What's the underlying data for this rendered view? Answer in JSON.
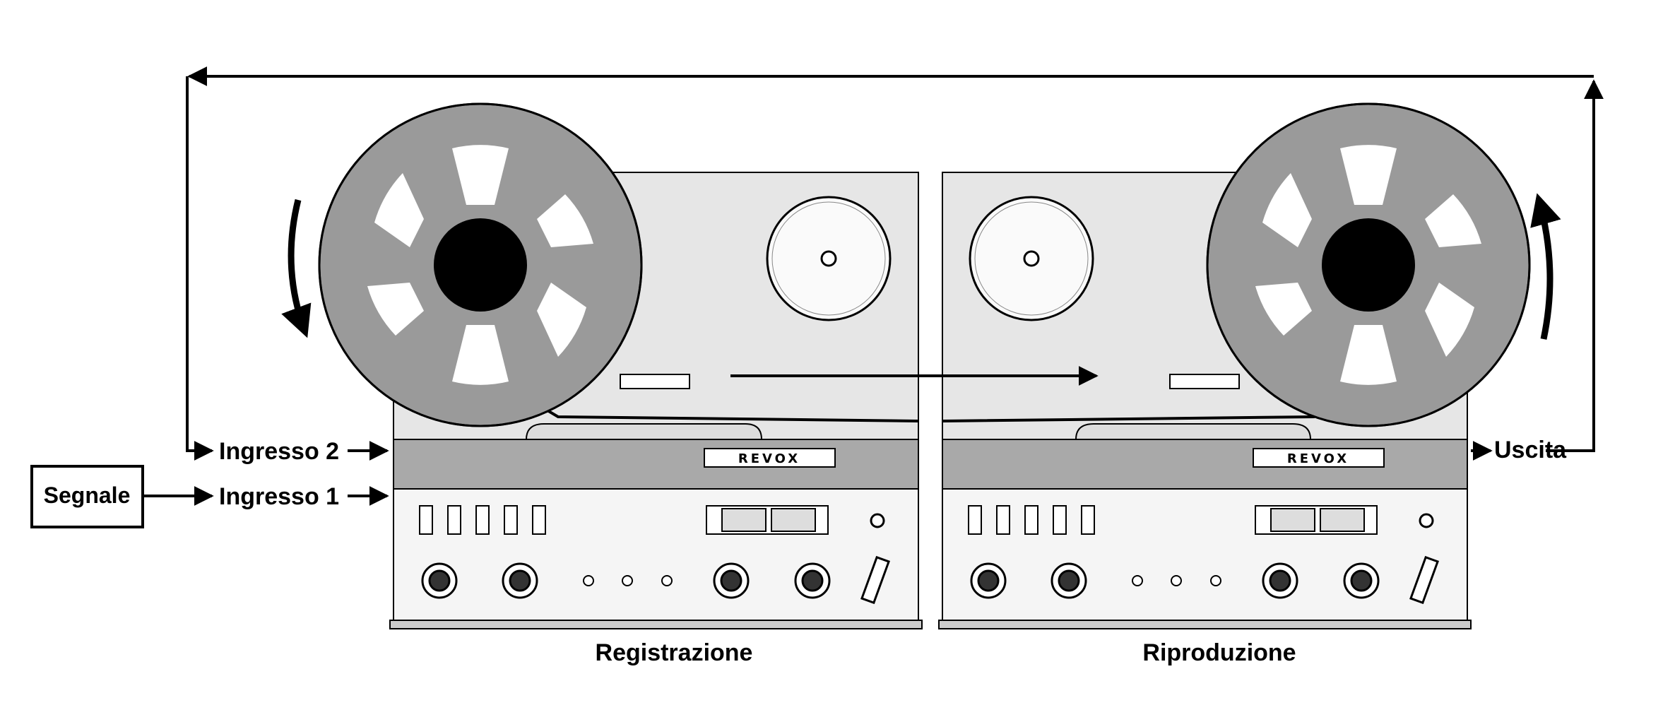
{
  "labels": {
    "signal": "Segnale",
    "input1": "Ingresso 1",
    "input2": "Ingresso 2",
    "output": "Uscita",
    "record": "Registrazione",
    "playback": "Riproduzione"
  },
  "brand": "REVOX",
  "colors": {
    "reel": "#9a9a9a",
    "panel": "#e6e6e6",
    "control_panel": "#f5f5f5",
    "header_strip": "#a9a9a9",
    "ink": "#000000"
  }
}
